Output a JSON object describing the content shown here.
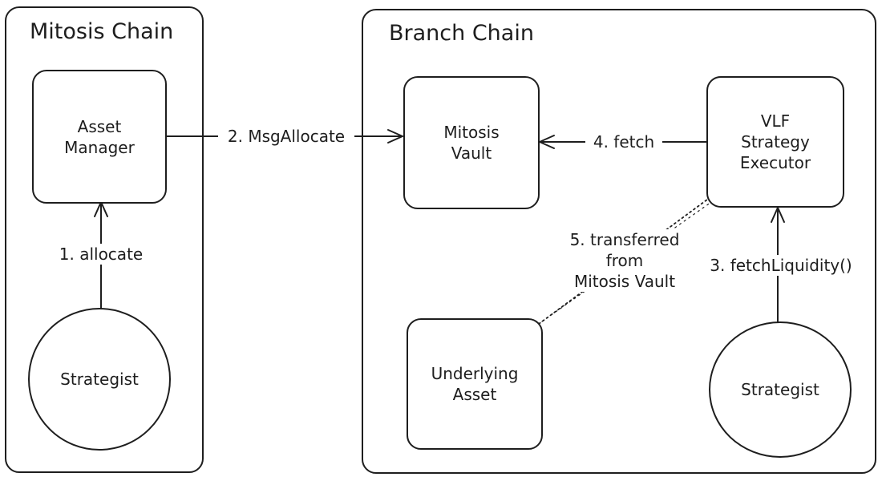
{
  "diagram": {
    "panels": {
      "mitosis_chain": {
        "title": "Mitosis Chain"
      },
      "branch_chain": {
        "title": "Branch Chain"
      }
    },
    "nodes": {
      "asset_manager": {
        "label": "Asset\nManager",
        "shape": "rounded-rect"
      },
      "strategist_left": {
        "label": "Strategist",
        "shape": "circle"
      },
      "mitosis_vault": {
        "label": "Mitosis\nVault",
        "shape": "rounded-rect"
      },
      "vlf_executor": {
        "label": "VLF\nStrategy\nExecutor",
        "shape": "rounded-rect"
      },
      "underlying_asset": {
        "label": "Underlying\nAsset",
        "shape": "rounded-rect"
      },
      "strategist_right": {
        "label": "Strategist",
        "shape": "circle"
      }
    },
    "edges": {
      "allocate": {
        "label": "1. allocate",
        "from": "strategist_left",
        "to": "asset_manager",
        "style": "solid-arrow"
      },
      "msg_allocate": {
        "label": "2. MsgAllocate",
        "from": "asset_manager",
        "to": "mitosis_vault",
        "style": "solid-arrow"
      },
      "fetch_liquidity": {
        "label": "3. fetchLiquidity()",
        "from": "strategist_right",
        "to": "vlf_executor",
        "style": "solid-arrow"
      },
      "fetch": {
        "label": "4. fetch",
        "from": "vlf_executor",
        "to": "mitosis_vault",
        "style": "solid-arrow"
      },
      "transferred": {
        "label": "5. transferred\nfrom\nMitosis Vault",
        "from": "underlying_asset",
        "to": "vlf_executor",
        "style": "dotted-line"
      }
    },
    "colors": {
      "stroke": "#1e1e1e",
      "background": "#ffffff"
    }
  }
}
